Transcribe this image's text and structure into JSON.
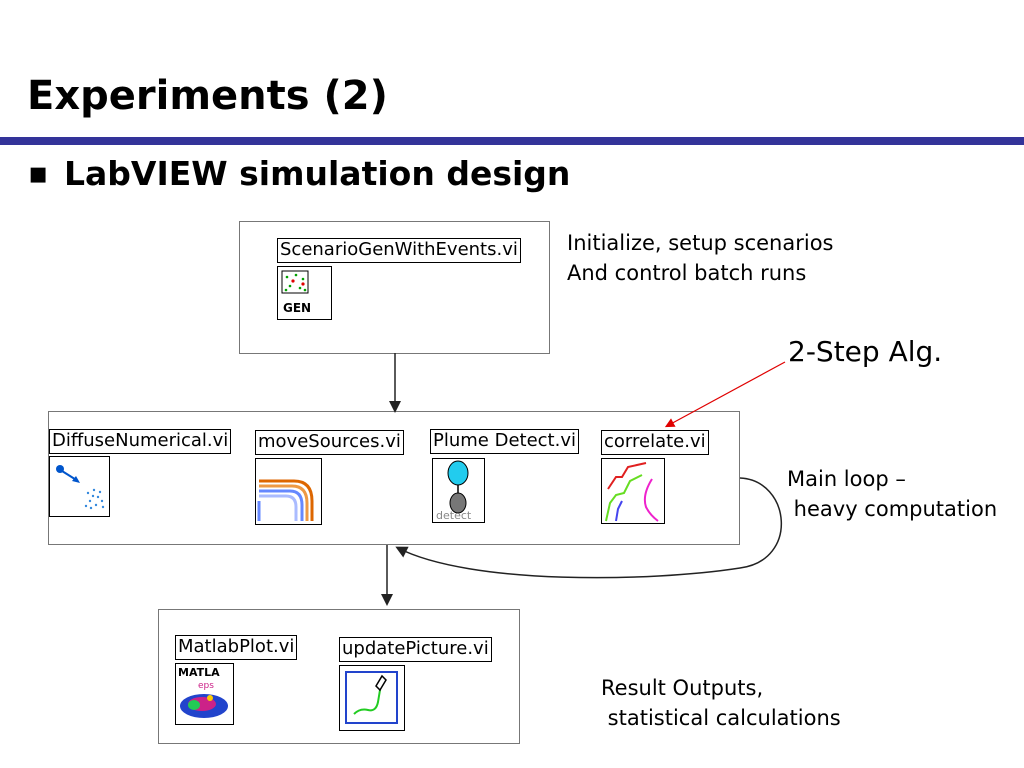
{
  "slide": {
    "title": "Experiments (2)",
    "bullet": "▪",
    "subtitle": "LabVIEW simulation design"
  },
  "init_block": {
    "vi_name": "ScenarioGenWithEvents.vi",
    "icon_text": "GEN",
    "note_line1": "Initialize, setup scenarios",
    "note_line2": "And control batch runs"
  },
  "loop_block": {
    "vis": [
      {
        "name": "DiffuseNumerical.vi"
      },
      {
        "name": "moveSources.vi"
      },
      {
        "name": "Plume Detect.vi",
        "icon_text": "detect"
      },
      {
        "name": "correlate.vi"
      }
    ],
    "note_line1": "Main loop –",
    "note_line2": " heavy computation",
    "callout": "2-Step Alg."
  },
  "output_block": {
    "vis": [
      {
        "name": "MatlabPlot.vi",
        "icon_text": "MATLA",
        "icon_subtext": "eps"
      },
      {
        "name": "updatePicture.vi"
      }
    ],
    "note_line1": "Result Outputs,",
    "note_line2": " statistical calculations"
  },
  "colors": {
    "title_rule": "#333399",
    "callout_arrow": "#e00000",
    "box_border": "#777777"
  }
}
